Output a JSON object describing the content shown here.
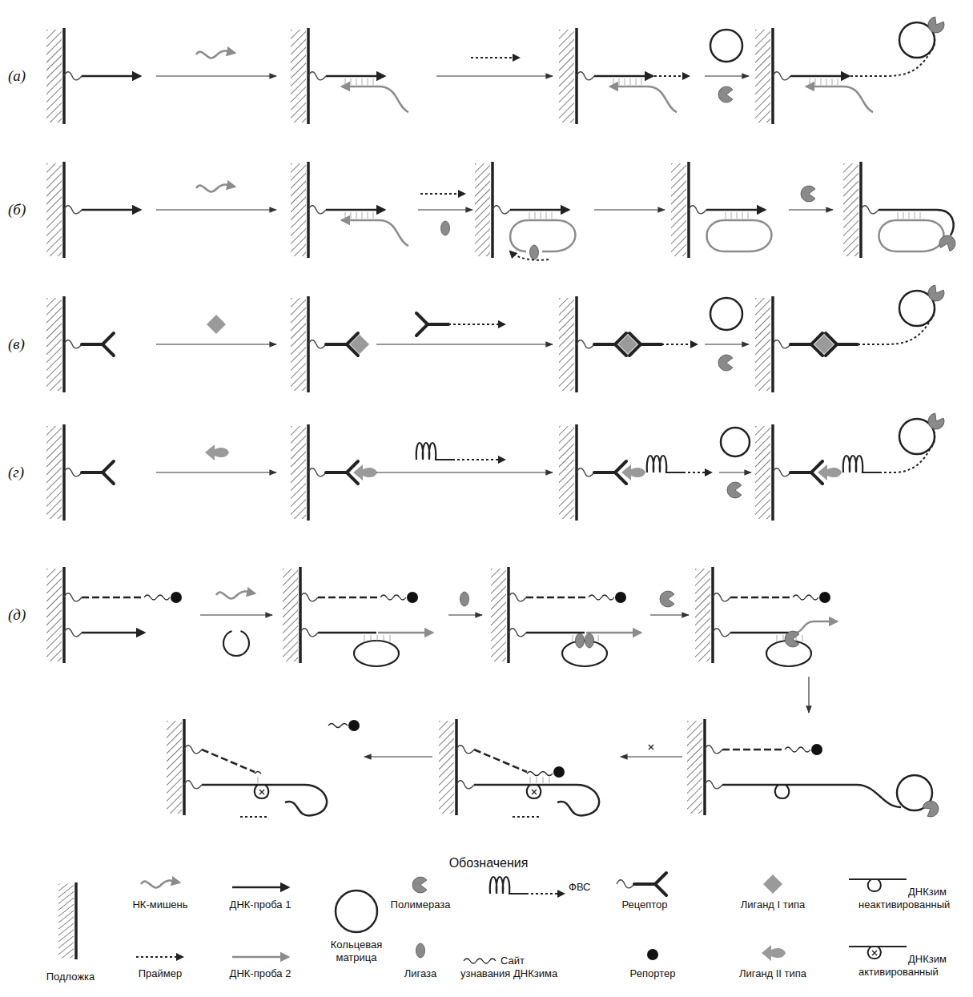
{
  "diagram": {
    "labels": [
      "(а)",
      "(б)",
      "(в)",
      "(г)",
      "(д)",
      "Обозначения"
    ],
    "legend": [
      {
        "text": "НК-мишень"
      },
      {
        "text": "ДНК-проба 1"
      },
      {
        "text": "Кольцевая матрица"
      },
      {
        "text": "Полимераза"
      },
      {
        "text": "ФВС"
      },
      {
        "text": "Рецептор"
      },
      {
        "text": "Лиганд I типа"
      },
      {
        "text": "ДНКзим неактивированный"
      },
      {
        "text": "Подложка"
      },
      {
        "text": "Праймер"
      },
      {
        "text": "ДНК-проба 2"
      },
      {
        "text": "Лигаза"
      },
      {
        "text": "Сайт узнавания ДНКзима"
      },
      {
        "text": "Репортер"
      },
      {
        "text": "Лиганд II типа"
      },
      {
        "text": "ДНКзим активированный"
      }
    ]
  }
}
